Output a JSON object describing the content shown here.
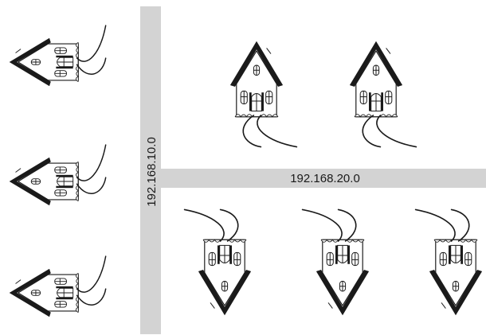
{
  "diagram": {
    "networks": [
      {
        "id": "net-a",
        "label": "192.168.10.0",
        "orientation": "vertical"
      },
      {
        "id": "net-b",
        "label": "192.168.20.0",
        "orientation": "horizontal"
      }
    ],
    "hosts": [
      {
        "network": "net-a",
        "icon": "house-icon"
      },
      {
        "network": "net-a",
        "icon": "house-icon"
      },
      {
        "network": "net-a",
        "icon": "house-icon"
      },
      {
        "network": "net-b",
        "icon": "house-icon"
      },
      {
        "network": "net-b",
        "icon": "house-icon"
      },
      {
        "network": "net-b",
        "icon": "house-icon"
      },
      {
        "network": "net-b",
        "icon": "house-icon"
      },
      {
        "network": "net-b",
        "icon": "house-icon"
      }
    ],
    "colors": {
      "road": "#d3d3d3",
      "ink": "#1a1a1a",
      "background": "#ffffff"
    }
  }
}
